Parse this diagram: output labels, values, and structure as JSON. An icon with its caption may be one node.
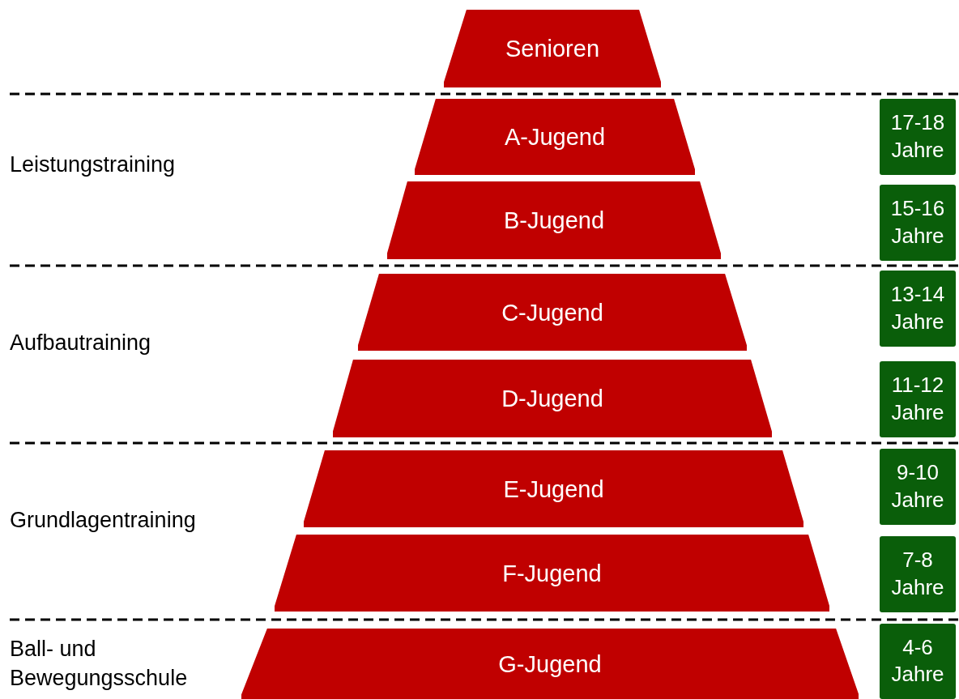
{
  "diagram": {
    "nodes": [
      {
        "text": [
          "Senioren"
        ]
      },
      {
        "text": [
          "A-Jugend"
        ]
      },
      {
        "text": [
          "B-Jugend"
        ]
      },
      {
        "text": [
          "C-Jugend"
        ]
      },
      {
        "text": [
          "D-Jugend"
        ]
      },
      {
        "text": [
          "E-Jugend"
        ]
      },
      {
        "text": [
          "F-Jugend"
        ]
      },
      {
        "text": [
          "G-Jugend"
        ]
      },
      {
        "text": [
          "17-18 Jahre"
        ]
      },
      {
        "text": [
          "15-16 Jahre"
        ]
      },
      {
        "text": [
          "13-14 Jahre"
        ]
      },
      {
        "text": [
          "11-12 Jahre"
        ]
      },
      {
        "text": [
          "9-10 Jahre"
        ]
      },
      {
        "text": [
          "7-8 Jahre"
        ]
      },
      {
        "text": [
          "4-6 Jahre"
        ]
      }
    ],
    "labels": [
      "Leistungstraining",
      "Aufbautraining",
      "Grundlagentraining",
      "Ball- und Bewegungsschule"
    ]
  }
}
